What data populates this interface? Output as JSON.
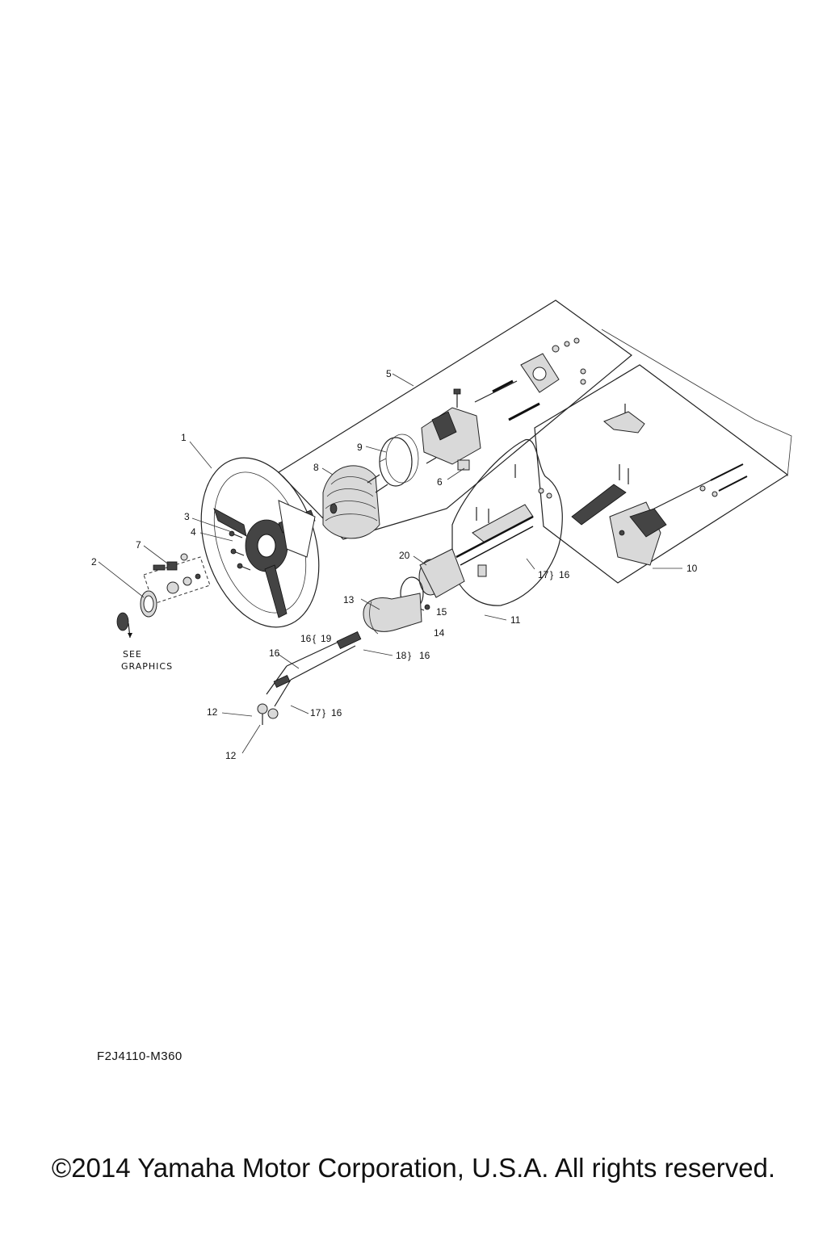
{
  "diagram": {
    "callouts": {
      "c1": "1",
      "c2": "2",
      "c3": "3",
      "c4": "4",
      "c5": "5",
      "c6": "6",
      "c7": "7",
      "c8": "8",
      "c9": "9",
      "c10": "10",
      "c11": "11",
      "c12a": "12",
      "c12b": "12",
      "c13": "13",
      "c14": "14",
      "c15": "15",
      "c16": "16",
      "c16_19": "16",
      "c19": "19",
      "c18": "18",
      "c18_16": "16",
      "c17a": "17",
      "c17a_16": "16",
      "c17b": "17",
      "c17b_16": "16",
      "c20": "20"
    },
    "note_line1": "SEE",
    "note_line2": "GRAPHICS"
  },
  "drawing_code": "F2J4110-M360",
  "copyright": "©2014 Yamaha Motor Corporation, U.S.A. All rights reserved."
}
